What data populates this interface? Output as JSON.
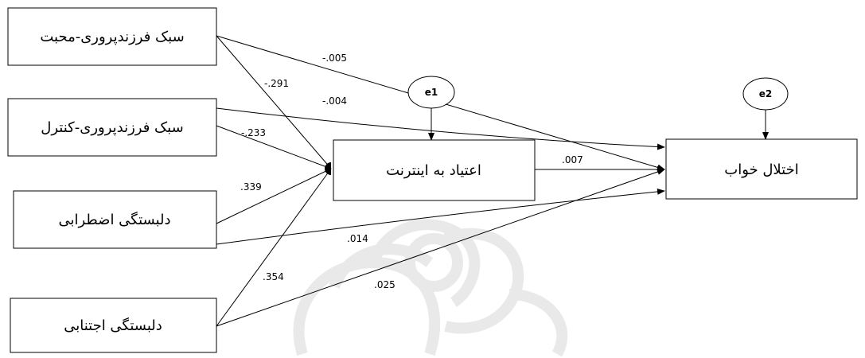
{
  "nodes": {
    "parenting_affection": "سبک فرزندپروری-محبت",
    "parenting_control": "سبک فرزندپروری-کنترل",
    "anxious_attachment": "دلبستگی اضطرابی",
    "avoidant_attachment": "دلبستگی اجتنابی",
    "internet_addiction": "اعتیاد به اینترنت",
    "sleep_disorder": "اختلال خواب"
  },
  "errors": {
    "e1": "e1",
    "e2": "e2"
  },
  "paths": [
    {
      "from": "parenting_affection",
      "to": "internet_addiction",
      "coef": "-.291"
    },
    {
      "from": "parenting_affection",
      "to": "sleep_disorder",
      "coef": "-.005"
    },
    {
      "from": "parenting_control",
      "to": "internet_addiction",
      "coef": "-.233"
    },
    {
      "from": "parenting_control",
      "to": "sleep_disorder",
      "coef": "-.004"
    },
    {
      "from": "anxious_attachment",
      "to": "internet_addiction",
      "coef": ".339"
    },
    {
      "from": "anxious_attachment",
      "to": "sleep_disorder",
      "coef": ".014"
    },
    {
      "from": "avoidant_attachment",
      "to": "internet_addiction",
      "coef": ".354"
    },
    {
      "from": "avoidant_attachment",
      "to": "sleep_disorder",
      "coef": ".025"
    },
    {
      "from": "internet_addiction",
      "to": "sleep_disorder",
      "coef": ".007"
    }
  ]
}
